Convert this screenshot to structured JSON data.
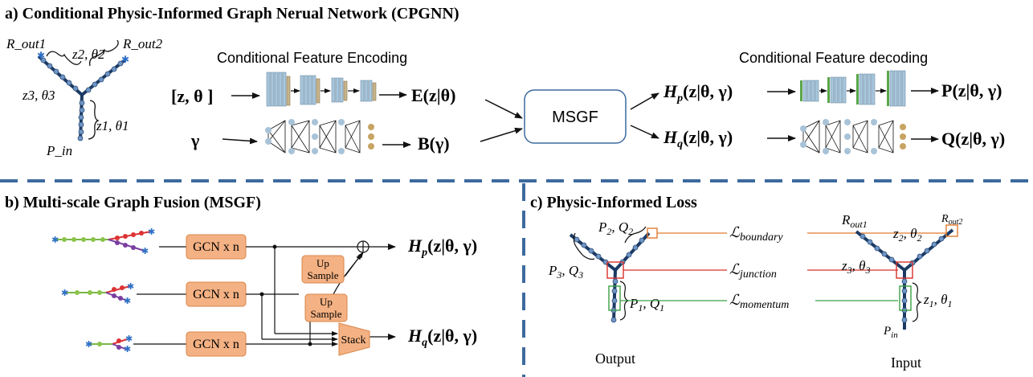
{
  "sections": {
    "a_title": "a) Conditional Physic-Informed Graph Nerual Network (CPGNN)",
    "b_title": "b) Multi-scale Graph Fusion (MSGF)",
    "c_title": "c) Physic-Informed Loss"
  },
  "part_a": {
    "encoding_label": "Conditional Feature Encoding",
    "decoding_label": "Conditional Feature decoding",
    "input_z_theta": "[z, θ ]",
    "input_gamma": "γ",
    "enc_out": "E(z|θ)",
    "bound_out": "B(γ)",
    "msgf": "MSGF",
    "hp": "H_p(z|θ, γ)",
    "hq": "H_q(z|θ, γ)",
    "p_out": "P(z|θ, γ)",
    "q_out": "Q(z|θ, γ)",
    "tree": {
      "r_out1": "R_out1",
      "r_out2": "R_out2",
      "z2_theta2": "z2, θ2",
      "z3_theta3": "z3, θ3",
      "z1_theta1": "z1, θ1",
      "p_in": "P_in"
    }
  },
  "part_b": {
    "gcn": "GCN x n",
    "upsample": "Up Sample",
    "stack": "Stack",
    "plus": "⊕",
    "hp": "H_p(z|θ, γ)",
    "hq": "H_q(z|θ, γ)"
  },
  "part_c": {
    "p2q2": "P2, Q2",
    "p3q3": "P3, Q3",
    "p1q1": "P1, Q1",
    "l_boundary": "L_boundary",
    "l_junction": "L_junction",
    "l_momentum": "L_momentum",
    "r_out1": "R_out1",
    "r_out2": "R_out2",
    "z2_theta2": "z2, θ2",
    "z3_theta3": "z3, θ3",
    "z1_theta1": "z1, θ1",
    "p_in": "P_in",
    "output": "Output",
    "input": "Input"
  },
  "colors": {
    "divider": "#3d6a9e",
    "gcn_box": "#f4b183",
    "gcn_border": "#d9864a",
    "node": "#6f95c4",
    "branch": "#1b3a63",
    "boundary_line": "#e07a2e",
    "junction_line": "#d9302a",
    "momentum_line": "#3aa043"
  }
}
